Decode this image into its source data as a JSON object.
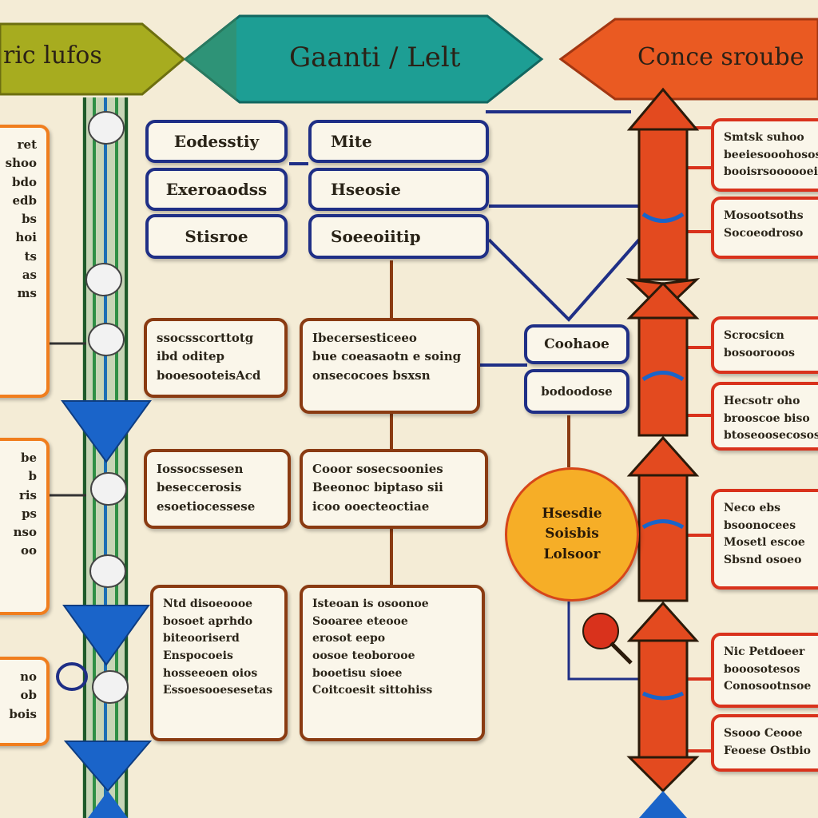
{
  "header": {
    "left_title": "ric lufos",
    "center_title": "Gaanti / Lelt",
    "right_title": "Conce sroube"
  },
  "table": {
    "left_column": [
      "Eodesstiy",
      "Exeroaodss",
      "Stisroe"
    ],
    "right_column": [
      "Mite",
      "Hseosie",
      "Soeeoiitip"
    ]
  },
  "middle_boxes": {
    "row1_left": "ssocsscorttotg\nibd oditep\nbooesooteisAcd",
    "row1_right": "Ibecersesticeeo\nbue coeasaotn e soing\nonsecocoes bsxsn",
    "row2_left": "Iossocssesen\nbeseccerosis\nesoetiocessese",
    "row2_right": "Cooor sosecsoonies\nBeeonoc biptaso sii\nicoo ooecteoctiae",
    "row3_left": "Ntd disoeoooe\nbosoet aprhdo\nbiteooriserd\nEnspocoeis\nhosseeoen oios\nEssoesooesesetas",
    "row3_right": "Isteoan is osoonoe\nSooaree eteooe\nerosot eepo\noosoe teoborooe\nbooetisu sioee\nCoitcoesit sittohiss"
  },
  "right_center": {
    "box1": "Coohaoe",
    "box2": "bodoodose"
  },
  "circle": {
    "label": "Hsesdie\nSoisbis\nLolsoor"
  },
  "left_column": {
    "box1": "ret\nshoo\nbdo\nedb\nbs\nhoi\nts\nas\nms",
    "box2": "be\nb\nris\nps\nnso\noo",
    "box3": "no\nob\nbois"
  },
  "right_column": {
    "box1": "Smtsk suhoo\nbeeiesooohosos\nbooisrsoooooei",
    "box2": "Mosootsoths\nSocoeodroso",
    "box3": "Scrocsicn\nbosoorooos",
    "box4": "Hecsotr oho\nbrooscoe biso\nbtoseoosecosos",
    "box5": "Neco ebs\nbsoonocees\nMosetl escoe\nSbsnd osoeo",
    "box6": "Nic Petdoeer\nbooosotesos\nConosootnsoe",
    "box7": "Ssooo Ceooe\nFeoese Ostbio"
  },
  "colors": {
    "background": "#f4ecd6",
    "olive_banner": "#a7ac1f",
    "teal_banner": "#1d9e94",
    "orange_banner": "#ea5a22",
    "navy": "#1f2f86",
    "brown": "#8a3b12",
    "red": "#d9321c",
    "blue_arrow": "#1a64c9",
    "green_pillar": "#2e7a3a",
    "circle_fill": "#f6ae27"
  }
}
